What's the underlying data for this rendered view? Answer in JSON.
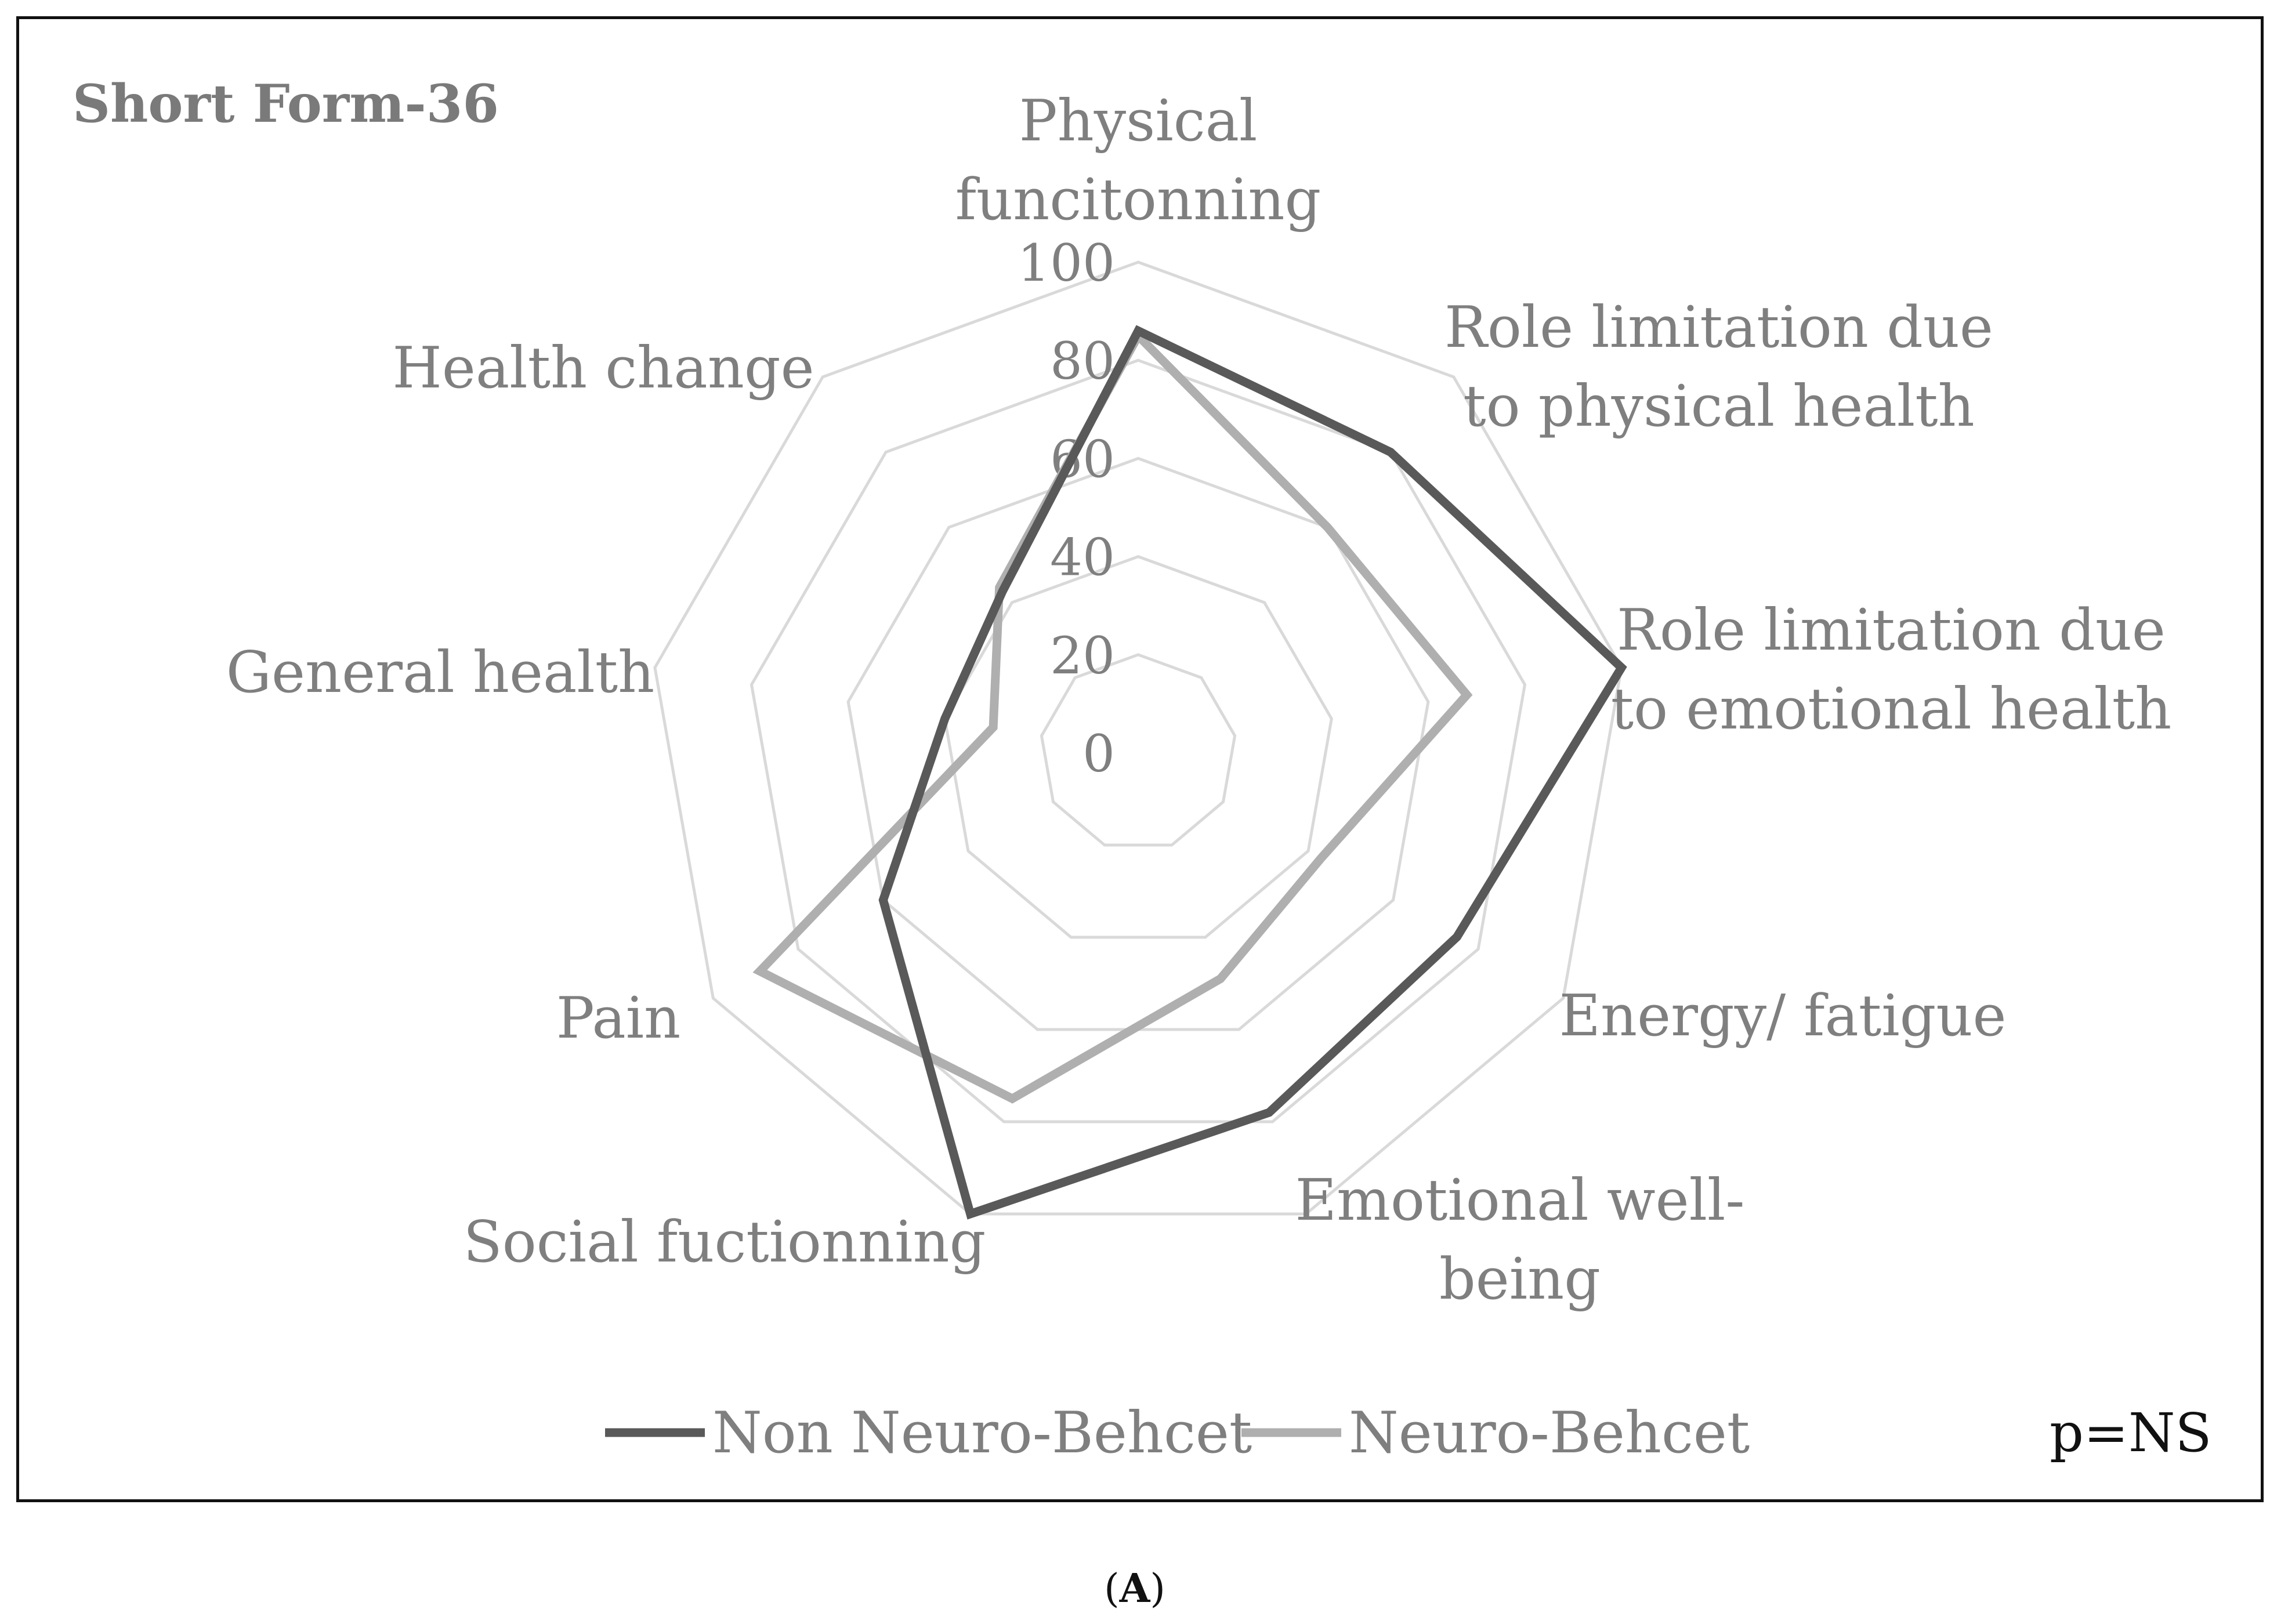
{
  "chart_data": {
    "type": "radar",
    "title": "Short Form-36",
    "categories": [
      "Physical funcitonning",
      "Role limitation due to physical health",
      "Role limitation due to emotional health",
      "Energy/ fatigue",
      "Emotional well-being",
      "Social fuctionning",
      "Pain",
      "General health",
      "Health change"
    ],
    "category_label_lines": [
      [
        "Physical",
        "funcitonning"
      ],
      [
        "Role limitation due",
        "to physical health"
      ],
      [
        "Role limitation due",
        "to emotional health"
      ],
      [
        "Energy/ fatigue"
      ],
      [
        "Emotional well-",
        "being"
      ],
      [
        "Social fuctionning"
      ],
      [
        "Pain"
      ],
      [
        "General health"
      ],
      [
        "Health change"
      ]
    ],
    "ticks": [
      "0",
      "20",
      "40",
      "60",
      "80",
      "100"
    ],
    "rlim": [
      0,
      100
    ],
    "series": [
      {
        "name": "Non Neuro-Behcet",
        "color": "#595959",
        "values": [
          86,
          80,
          100,
          75,
          78,
          100,
          60,
          40,
          43
        ]
      },
      {
        "name": "Neuro-Behcet",
        "color": "#afafaf",
        "values": [
          85,
          60,
          68,
          43,
          49,
          75,
          89,
          30,
          44
        ]
      }
    ],
    "grid": true,
    "grid_color": "#d9d9d9",
    "legend_position": "bottom",
    "annotation": "p=NS"
  },
  "caption": {
    "open": "(",
    "letter": "A",
    "close": ")"
  }
}
